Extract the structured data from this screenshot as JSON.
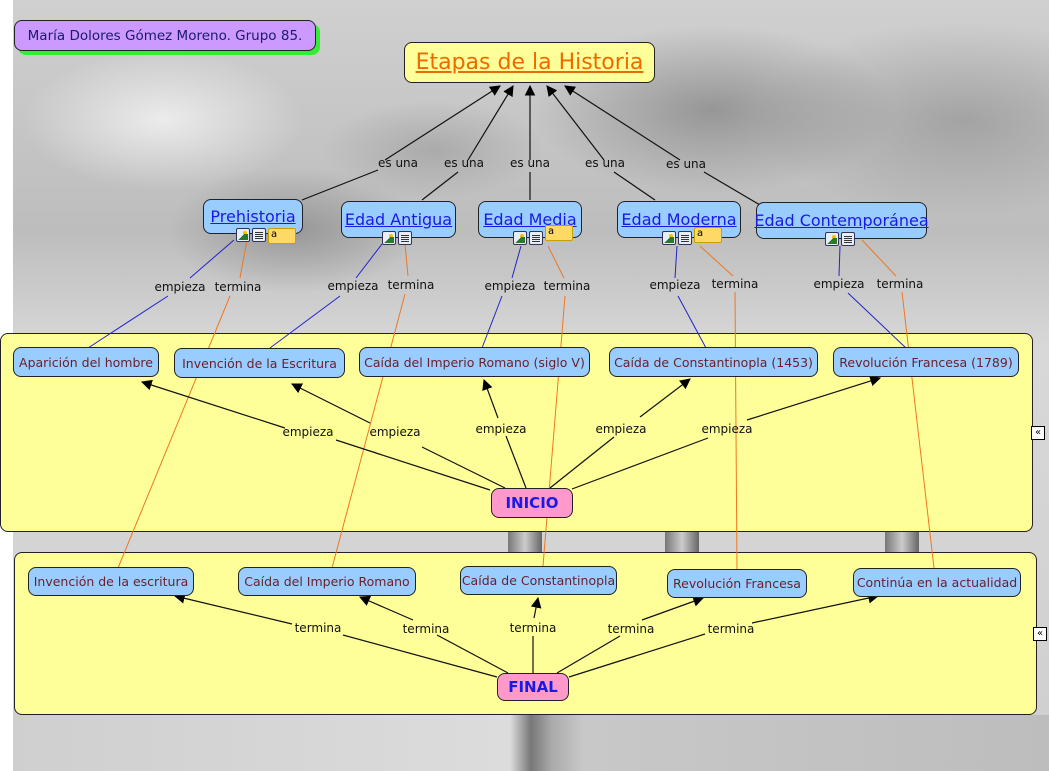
{
  "author": "María Dolores Gómez Moreno. Grupo 85.",
  "title": "Etapas de la Historia",
  "link_labels": {
    "is_a": "es una",
    "starts": "empieza",
    "ends": "termina"
  },
  "eras": [
    {
      "label": "Prehistoria",
      "resources": [
        "image",
        "document",
        "note"
      ]
    },
    {
      "label": "Edad Antigua",
      "resources": [
        "image",
        "document"
      ]
    },
    {
      "label": "Edad Media",
      "resources": [
        "image",
        "document",
        "note"
      ]
    },
    {
      "label": "Edad Moderna",
      "resources": [
        "image",
        "document",
        "note"
      ]
    },
    {
      "label": "Edad Contemporánea",
      "resources": [
        "image",
        "document"
      ]
    }
  ],
  "inicio_panel": {
    "hub": "INICIO",
    "events": [
      "Aparición del hombre",
      "Invención de la Escritura",
      "Caída del Imperio Romano (siglo V)",
      "Caída de Constantinopla (1453)",
      "Revolución Francesa (1789)"
    ]
  },
  "final_panel": {
    "hub": "FINAL",
    "events": [
      "Invención de la escritura",
      "Caída del Imperio Romano",
      "Caída de Constantinopla",
      "Revolución Francesa",
      "Continúa en la actualidad"
    ]
  },
  "note_glyph": "a",
  "collapse_glyph": "«"
}
